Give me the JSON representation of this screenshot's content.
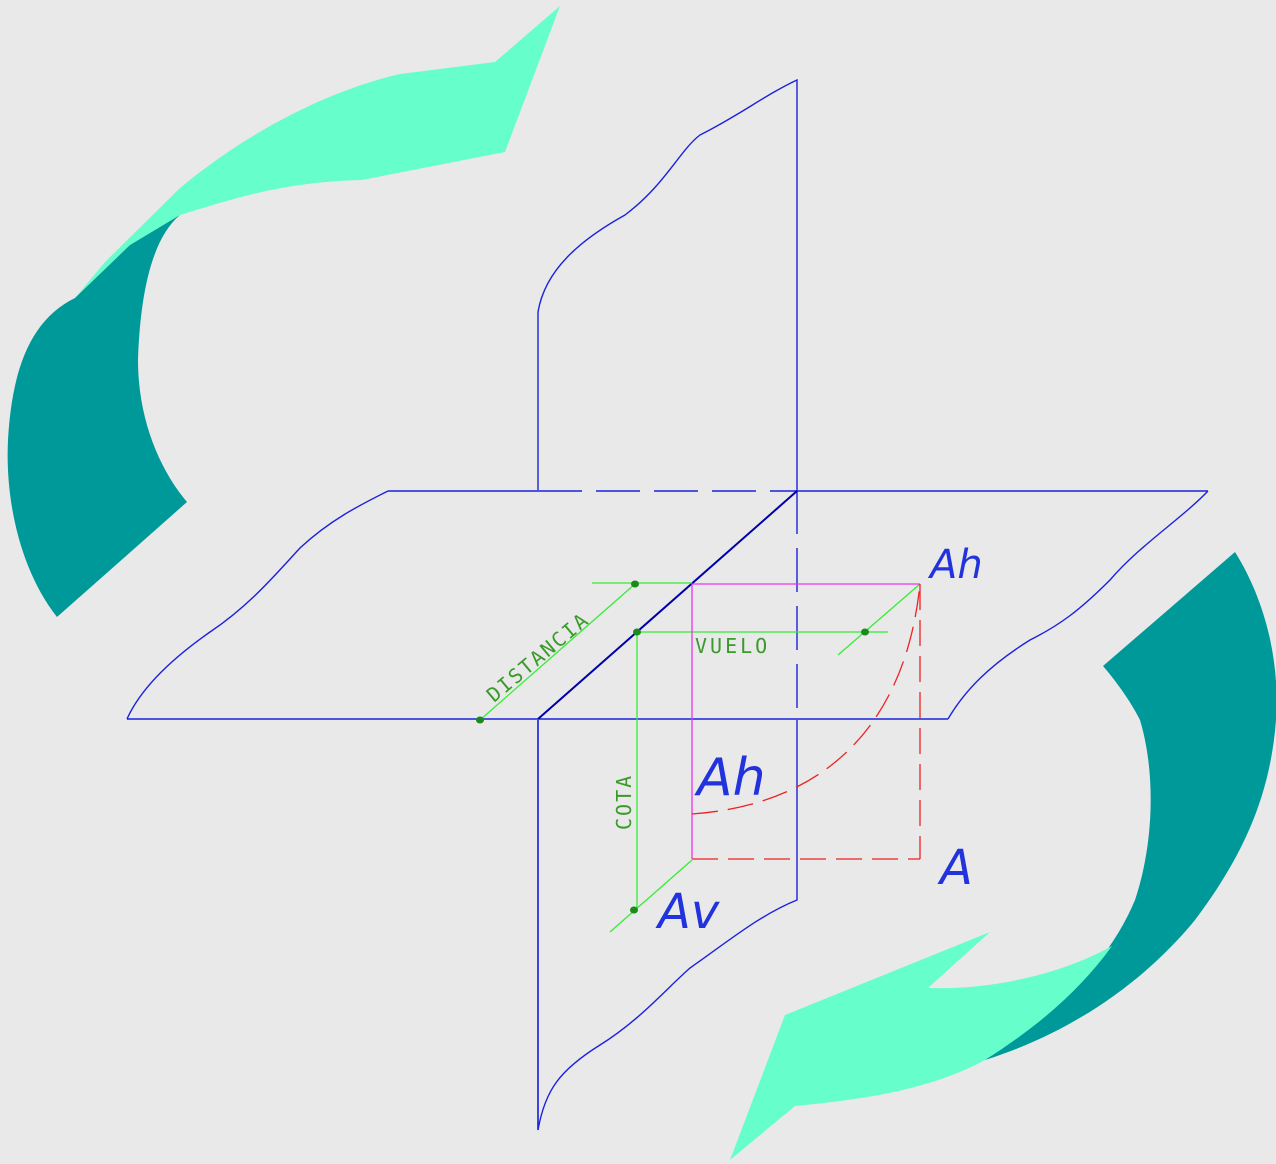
{
  "diagram": {
    "labels": {
      "distancia": "DISTANCIA",
      "vuelo": "VUELO",
      "cota": "COTA",
      "ah_top": "Ah",
      "ah_inner": "Ah",
      "av": "Av",
      "a": "A"
    },
    "colors": {
      "background": "#e9e9e9",
      "planes": "#1a22dd",
      "measure_lines": "#33ee33",
      "points": "#1a8a1a",
      "projection": "#ee33ee",
      "rotation_arc": "#ee2222",
      "arrow_light": "#66ffcc",
      "arrow_dark": "#009999"
    }
  }
}
